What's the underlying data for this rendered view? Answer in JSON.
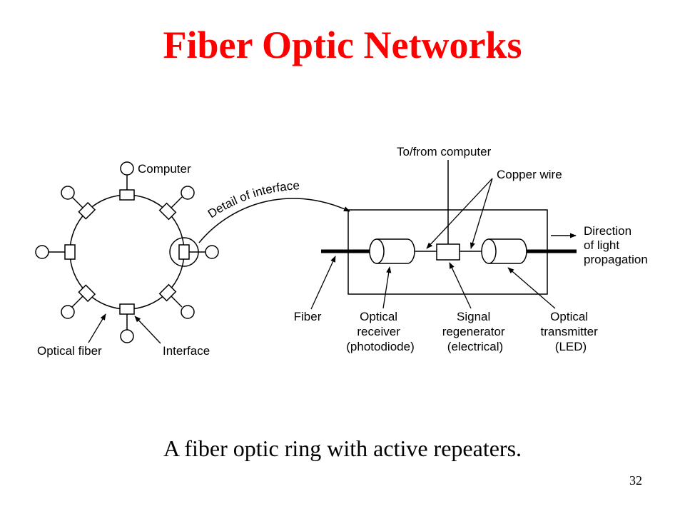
{
  "slide": {
    "title": "Fiber Optic Networks",
    "caption": "A fiber optic ring with active repeaters.",
    "page_number": "32",
    "colors": {
      "title": "#ff0000",
      "diagram": "#000000",
      "background": "#ffffff"
    }
  },
  "diagram": {
    "labels": {
      "computer": "Computer",
      "optical_fiber": "Optical fiber",
      "interface": "Interface",
      "detail_of_interface": "Detail of interface",
      "to_from_computer": "To/from computer",
      "copper_wire": "Copper wire",
      "direction": [
        "Direction",
        "of light",
        "propagation"
      ],
      "fiber": "Fiber",
      "optical_receiver": [
        "Optical",
        "receiver",
        "(photodiode)"
      ],
      "signal_regenerator": [
        "Signal",
        "regenerator",
        "(electrical)"
      ],
      "optical_transmitter": [
        "Optical",
        "transmitter",
        "(LED)"
      ]
    }
  }
}
